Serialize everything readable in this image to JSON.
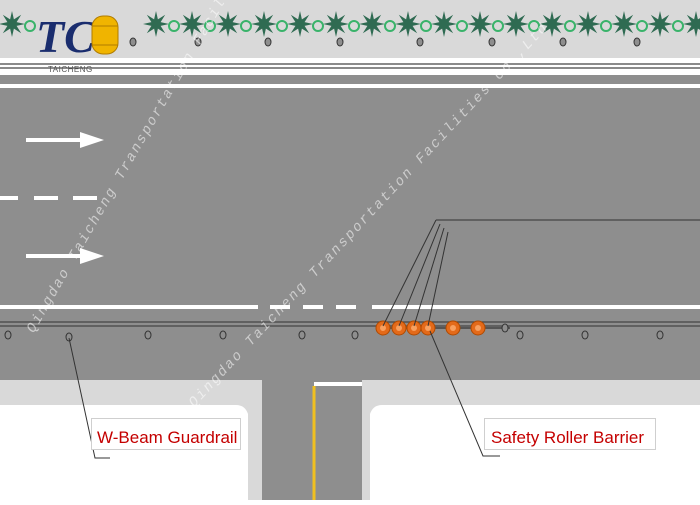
{
  "logo": {
    "letters": "TC",
    "name": "TAICHENG"
  },
  "watermark": {
    "company": "Qingdao Taicheng Transportation Facilities Co.,Ltd"
  },
  "labels": {
    "w_beam": "W-Beam Guardrail",
    "roller_barrier": "Safety Roller Barrier"
  },
  "colors": {
    "road": "#8e8e8e",
    "sidewalk": "#d9d9d9",
    "lane_marking": "#ffffff",
    "center_line": "#f0c020",
    "roller": "#e36a1a",
    "plant": "#2f6b52",
    "label_text": "#c40000"
  },
  "icons": {
    "arrows": "right-arrow-icon",
    "plants": "shrub-icon",
    "rollers": "roller-barrier-icon"
  }
}
